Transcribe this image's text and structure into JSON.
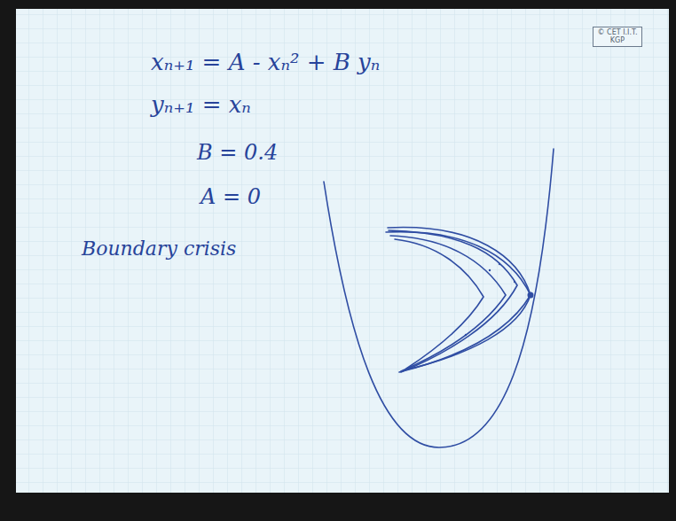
{
  "diagram": {
    "nodes": [
      {
        "text": [
          "© CET I.I.T. KGP"
        ]
      }
    ],
    "labels": [
      "xₙ₊₁ = A - xₙ² + B yₙ",
      "yₙ₊₁ = xₙ",
      "B = 0.4",
      "A = 0",
      "Boundary crisis"
    ]
  }
}
